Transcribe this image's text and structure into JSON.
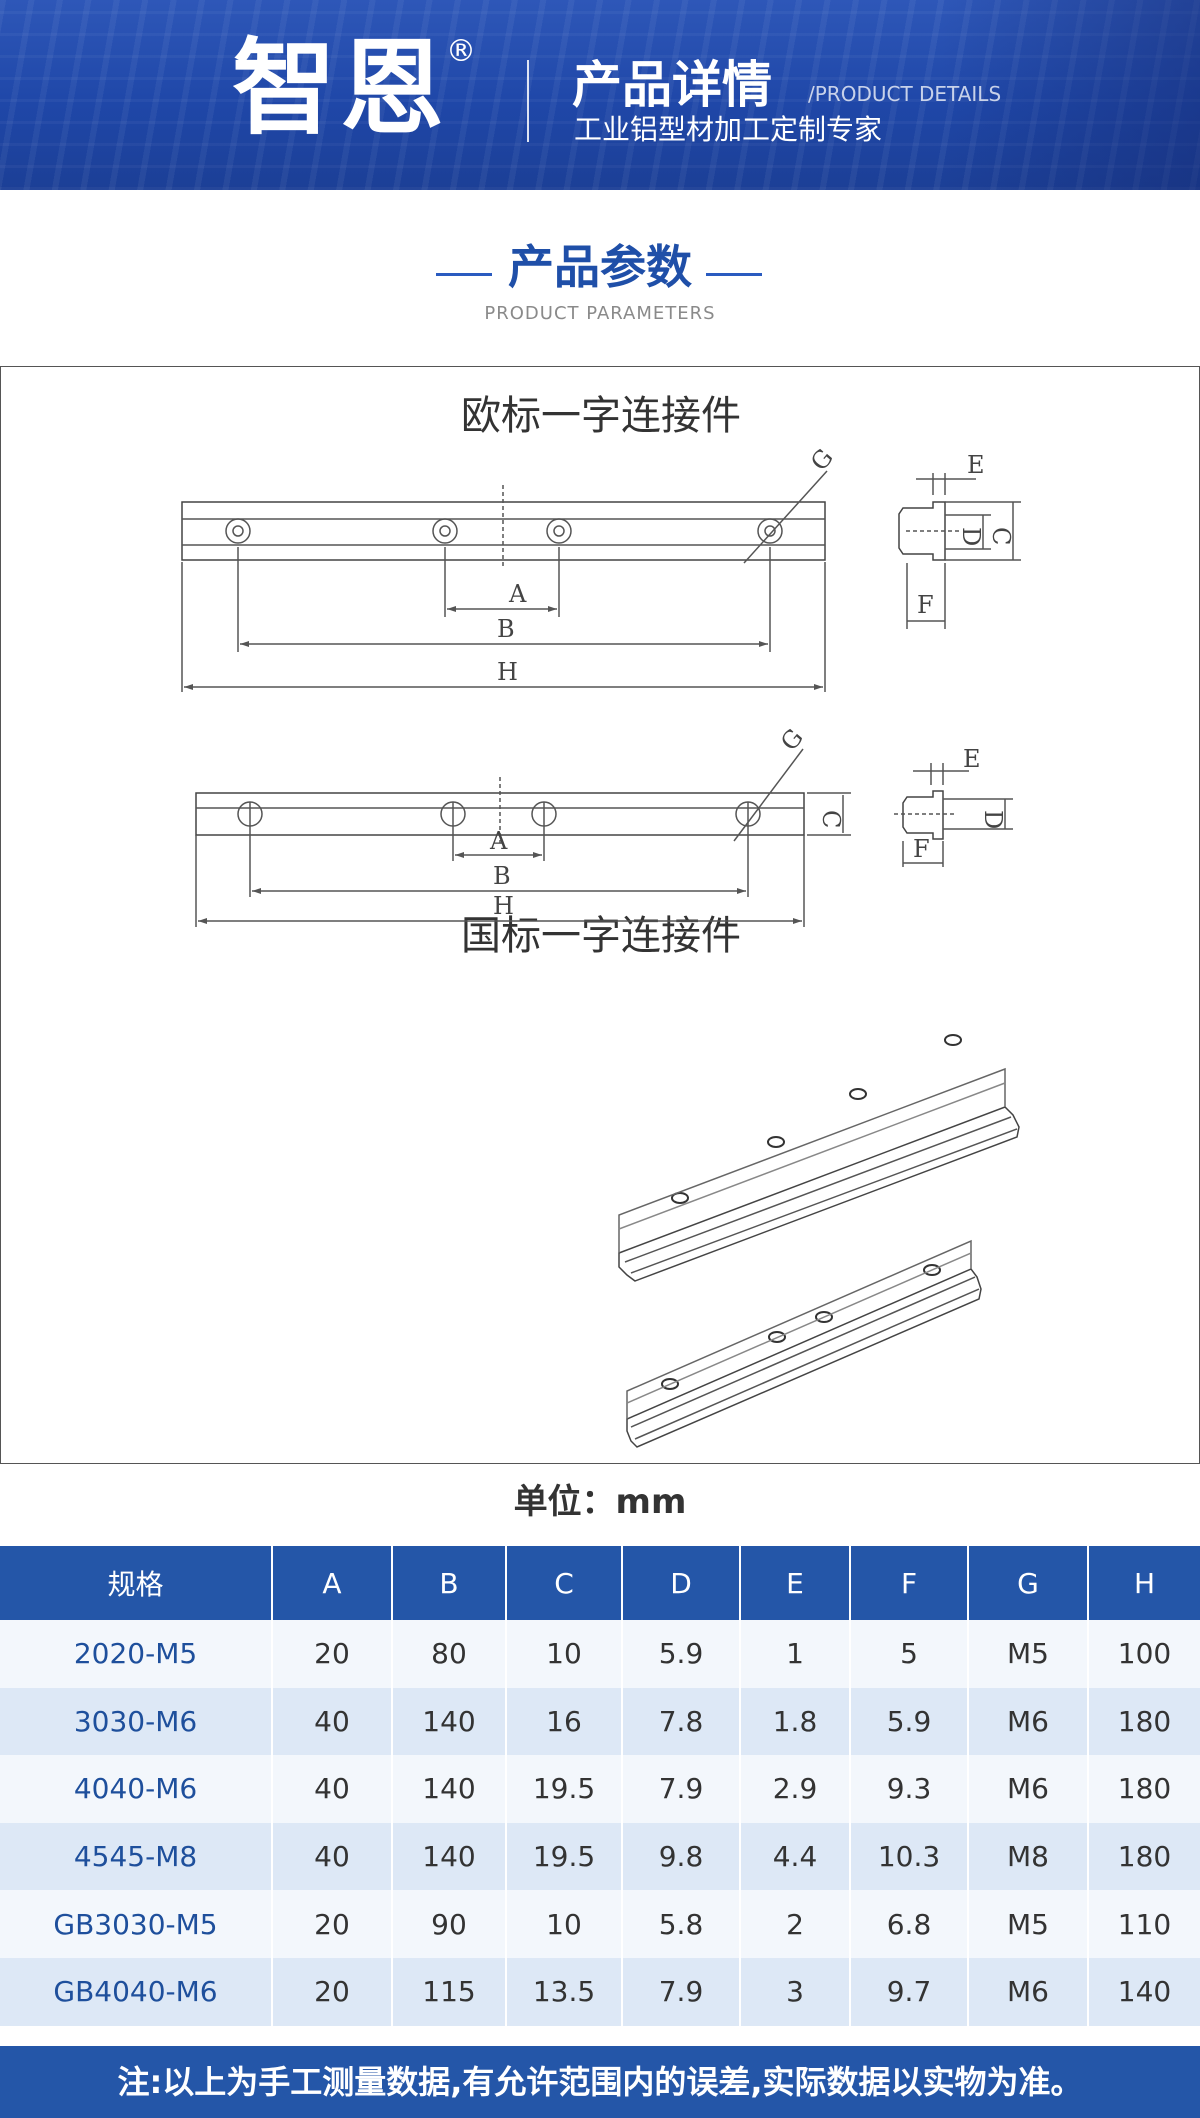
{
  "header": {
    "brand": "智恩",
    "registered_mark": "®",
    "title": "产品详情",
    "title_en": "/PRODUCT DETAILS",
    "subtitle": "工业铝型材加工定制专家"
  },
  "section": {
    "title": "产品参数",
    "subtitle": "PRODUCT PARAMETERS"
  },
  "drawings": {
    "euro": {
      "title": "欧标一字连接件",
      "labels": {
        "a": "A",
        "b": "B",
        "h": "H",
        "g": "G",
        "e": "E",
        "d": "D",
        "c": "C",
        "f": "F"
      }
    },
    "gb": {
      "title": "国标一字连接件",
      "labels": {
        "a": "A",
        "b": "B",
        "h": "H",
        "g": "G",
        "e": "E",
        "d": "D",
        "c": "C",
        "f": "F"
      }
    }
  },
  "unit_label": "单位：mm",
  "table": {
    "headers": [
      "规格",
      "A",
      "B",
      "C",
      "D",
      "E",
      "F",
      "G",
      "H"
    ],
    "rows": [
      [
        "2020-M5",
        "20",
        "80",
        "10",
        "5.9",
        "1",
        "5",
        "M5",
        "100"
      ],
      [
        "3030-M6",
        "40",
        "140",
        "16",
        "7.8",
        "1.8",
        "5.9",
        "M6",
        "180"
      ],
      [
        "4040-M6",
        "40",
        "140",
        "19.5",
        "7.9",
        "2.9",
        "9.3",
        "M6",
        "180"
      ],
      [
        "4545-M8",
        "40",
        "140",
        "19.5",
        "9.8",
        "4.4",
        "10.3",
        "M8",
        "180"
      ],
      [
        "GB3030-M5",
        "20",
        "90",
        "10",
        "5.8",
        "2",
        "6.8",
        "M5",
        "110"
      ],
      [
        "GB4040-M6",
        "20",
        "115",
        "13.5",
        "7.9",
        "3",
        "9.7",
        "M6",
        "140"
      ]
    ]
  },
  "footer_note": "注:以上为手工测量数据,有允许范围内的误差,实际数据以实物为准。",
  "colors": {
    "brand_blue": "#2456a8",
    "heading_blue": "#1f4fa8",
    "row_light": "#f3f7fc",
    "row_dark": "#dde8f6"
  }
}
